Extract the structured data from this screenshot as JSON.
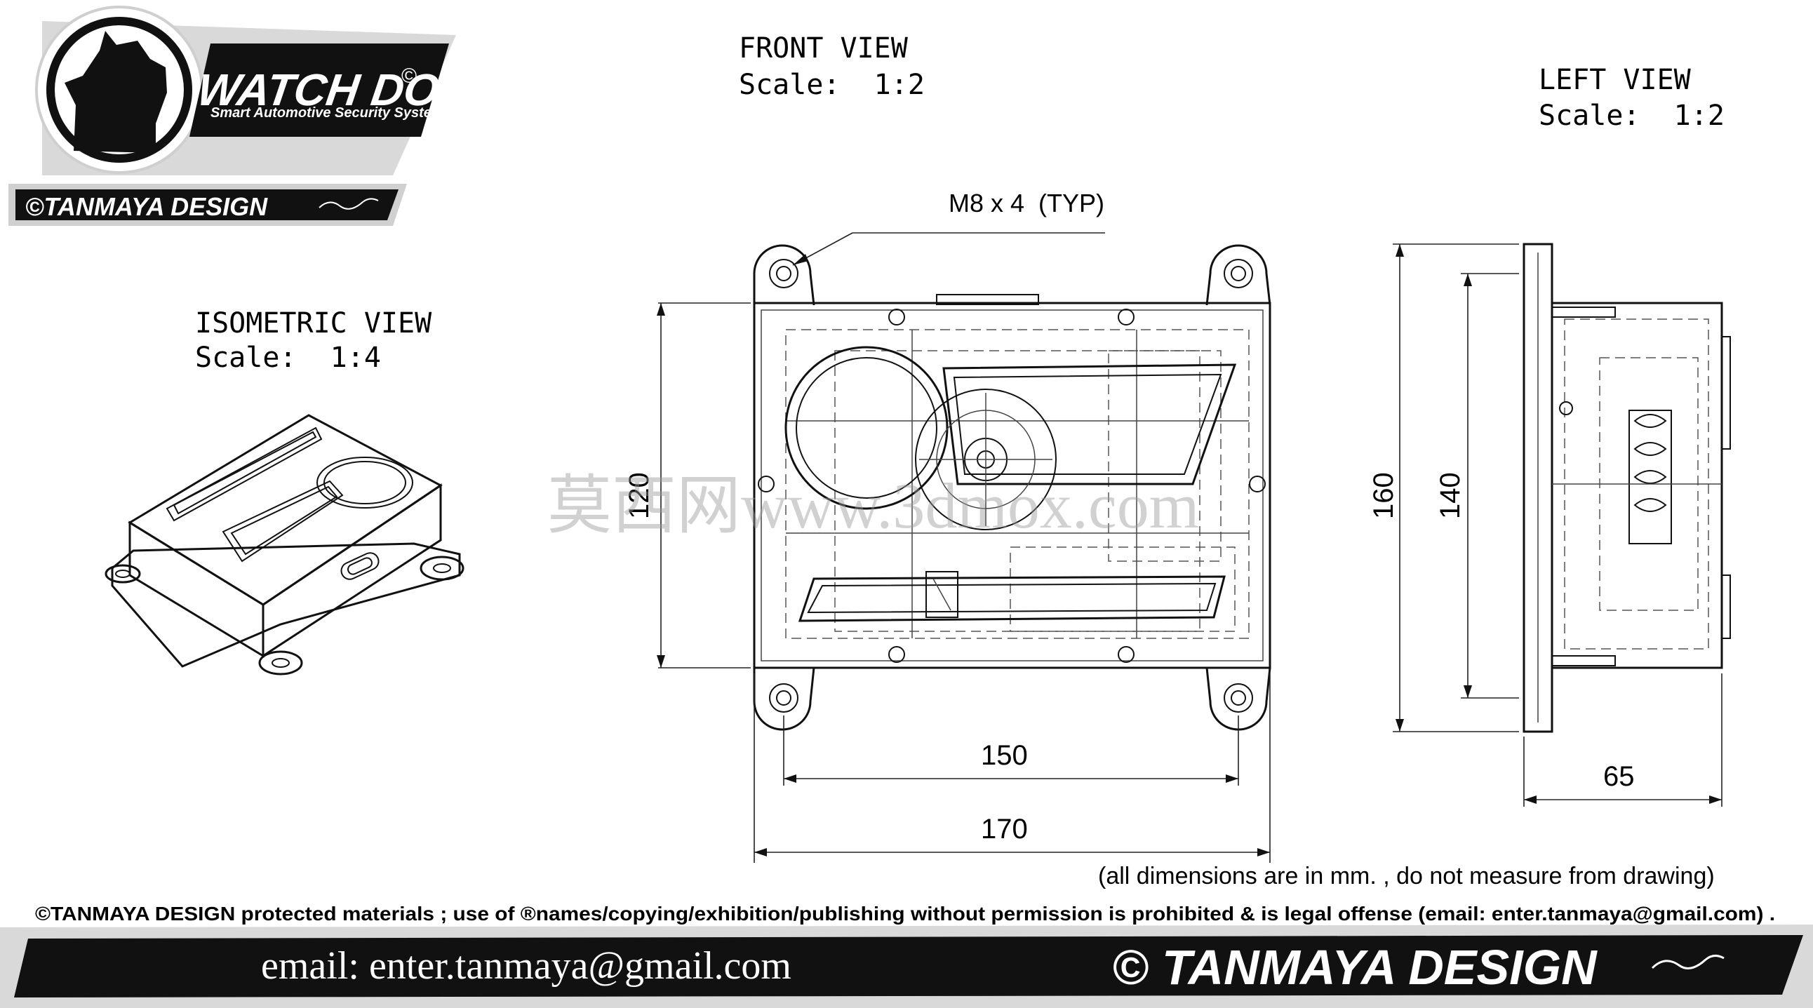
{
  "logo": {
    "brand": "WATCH DOG",
    "brand_mark": "©",
    "tagline": "Smart Automotive Security System",
    "studio": "©TANMAYA DESIGN"
  },
  "views": {
    "front": {
      "title": "FRONT VIEW",
      "scale": "Scale:  1:2"
    },
    "left": {
      "title": "LEFT VIEW",
      "scale": "Scale:  1:2"
    },
    "iso": {
      "title": "ISOMETRIC VIEW",
      "scale": "Scale:  1:4"
    }
  },
  "callout": "M8 x 4  (TYP)",
  "dimensions": {
    "front_height": "120",
    "front_hole_span": "150",
    "front_width": "170",
    "left_height": "160",
    "left_hole_span": "140",
    "left_depth": "65"
  },
  "watermark": "莫西网www.3dmox.com",
  "note": "(all dimensions are in mm. , do not measure from drawing)",
  "copyright_line": "©TANMAYA DESIGN protected materials ; use of ®names/copying/exhibition/publishing without permission is prohibited & is legal offense (email: enter.tanmaya@gmail.com) .",
  "footer": {
    "email": "email: enter.tanmaya@gmail.com",
    "studio": "© TANMAYA DESIGN"
  }
}
